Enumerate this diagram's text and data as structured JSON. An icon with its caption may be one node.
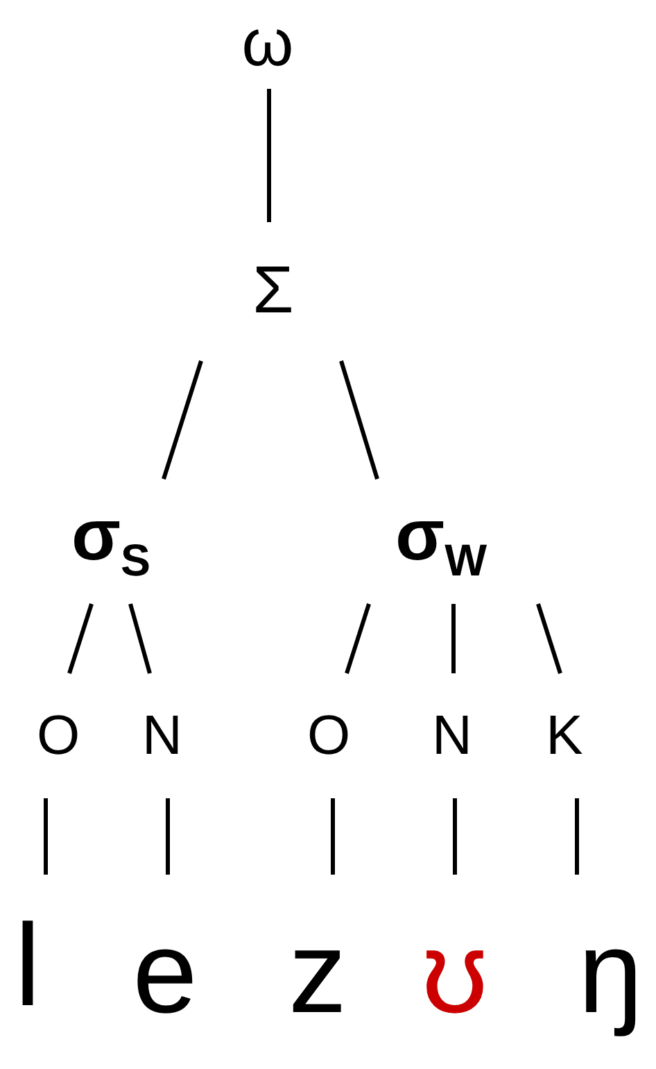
{
  "diagram": {
    "nodes": [
      {
        "text": [
          "ω"
        ]
      },
      {
        "text": [
          "Σ"
        ]
      },
      {
        "text": [
          "σ$_{S}$"
        ]
      },
      {
        "text": [
          "σ$_{W}$"
        ]
      },
      {
        "text": [
          "O"
        ]
      },
      {
        "text": [
          "N"
        ]
      },
      {
        "text": [
          "O"
        ]
      },
      {
        "text": [
          "N"
        ]
      },
      {
        "text": [
          "K"
        ]
      },
      {
        "text": [
          "l"
        ]
      },
      {
        "text": [
          "e"
        ]
      },
      {
        "text": [
          "z"
        ]
      },
      {
        "text": [
          "ʊ"
        ]
      },
      {
        "text": [
          "ŋ"
        ]
      }
    ],
    "edges": [
      {
        "from": 0,
        "to": 1,
        "arrow": "none"
      },
      {
        "from": 1,
        "to": 2,
        "arrow": "none"
      },
      {
        "from": 1,
        "to": 3,
        "arrow": "none"
      },
      {
        "from": 2,
        "to": 4,
        "arrow": "none"
      },
      {
        "from": 2,
        "to": 5,
        "arrow": "none"
      },
      {
        "from": 3,
        "to": 6,
        "arrow": "none"
      },
      {
        "from": 3,
        "to": 7,
        "arrow": "none"
      },
      {
        "from": 3,
        "to": 8,
        "arrow": "none"
      },
      {
        "from": 4,
        "to": 9,
        "arrow": "none"
      },
      {
        "from": 5,
        "to": 10,
        "arrow": "none"
      },
      {
        "from": 6,
        "to": 11,
        "arrow": "none"
      },
      {
        "from": 7,
        "to": 12,
        "arrow": "none"
      },
      {
        "from": 8,
        "to": 13,
        "arrow": "none"
      }
    ]
  }
}
